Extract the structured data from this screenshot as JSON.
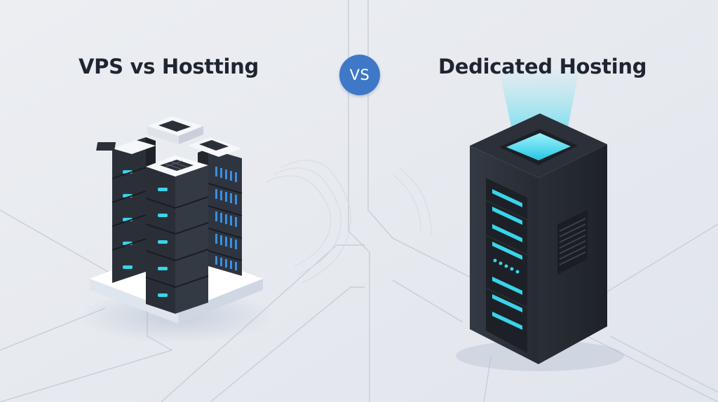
{
  "left_title": "VPS vs Hostting",
  "right_title": "Dedicated Hosting",
  "vs_label": "VS",
  "colors": {
    "background": "#e6e9ef",
    "accent_badge": "#3e78c7",
    "server_body": "#2b3038",
    "server_led": "#39d4ea",
    "beam": "#43dcf0"
  },
  "icons": {
    "left": "stacked-server-cluster-icon",
    "right": "dedicated-server-tower-icon"
  }
}
